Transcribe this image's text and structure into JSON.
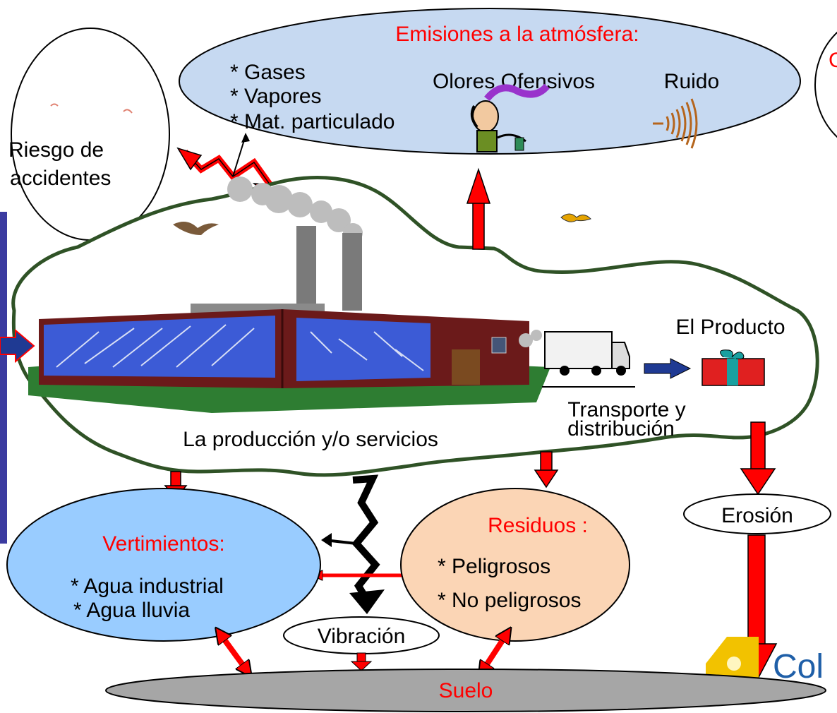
{
  "emissions": {
    "title": "Emisiones a la atmósfera:",
    "items": [
      "* Gases",
      "* Vapores",
      "* Mat. particulado"
    ],
    "odors": "Olores Ofensivos",
    "noise": "Ruido"
  },
  "risk": {
    "line1": "Riesgo de",
    "line2": "accidentes"
  },
  "production": {
    "label": "La producción y/o  servicios"
  },
  "transport": {
    "line1": "Transporte y",
    "line2": "distribución"
  },
  "product": {
    "label": "El Producto"
  },
  "effluents": {
    "title": "Vertimientos:",
    "items": [
      "* Agua industrial",
      "* Agua lluvia"
    ]
  },
  "waste": {
    "title": "Residuos :",
    "items": [
      "* Peligrosos",
      "* No peligrosos"
    ]
  },
  "vibration": {
    "label": "Vibración"
  },
  "erosion": {
    "label": "Erosión"
  },
  "soil": {
    "label": "Suelo"
  },
  "logo": {
    "text": "Col"
  },
  "colors": {
    "red_text": "#ff0000",
    "arrow_red": "#ff0000",
    "emissions_fill": "#c6d9f1",
    "effluents_fill": "#99ccff",
    "waste_fill": "#fbd5b5",
    "soil_fill": "#a6a6a6",
    "cloud_border": "#2f5226",
    "logo_blue": "#1f5fa8"
  }
}
